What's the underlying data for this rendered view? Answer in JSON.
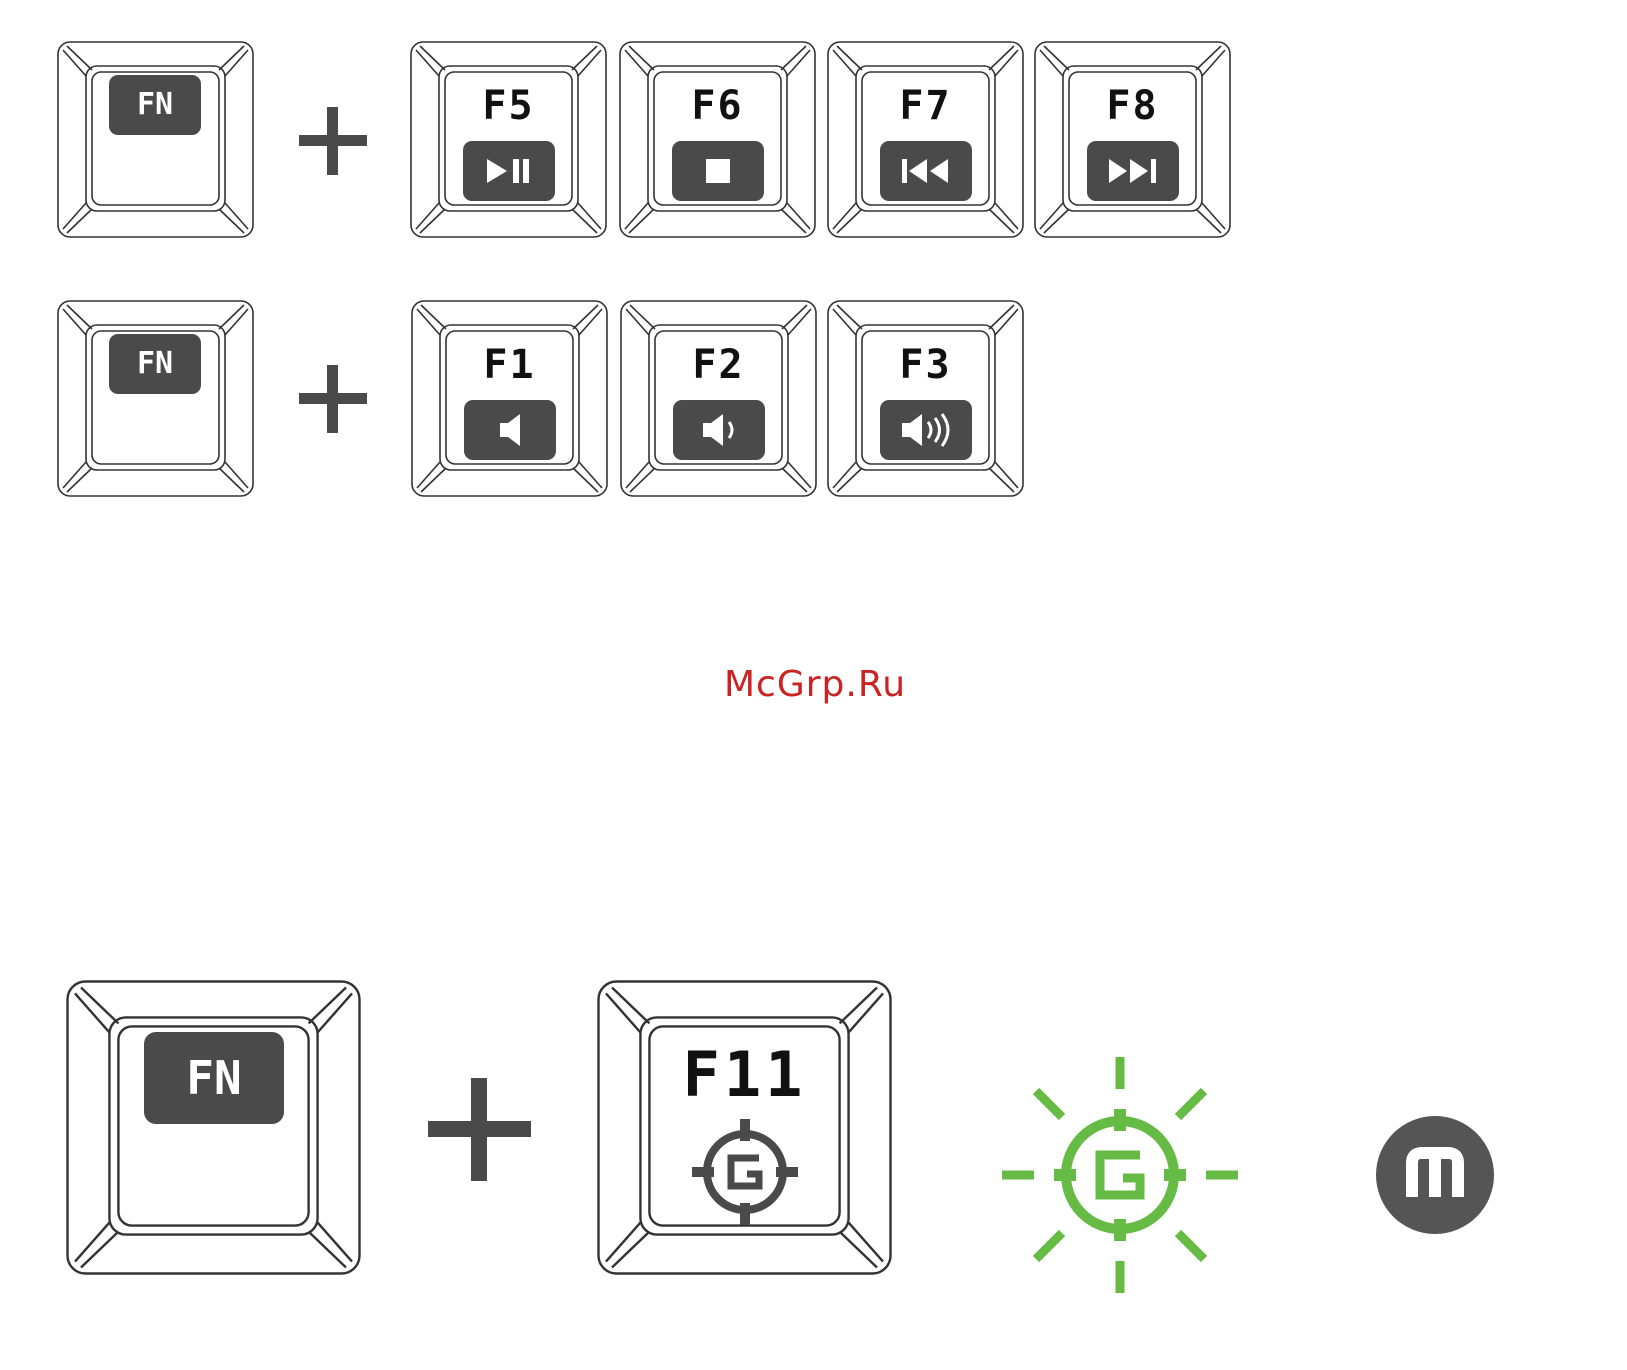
{
  "colors": {
    "outline": "#333333",
    "plate": "#4a4a4a",
    "accent_green": "#66bb44",
    "watermark_red": "#cc2222",
    "badge_grey": "#555555"
  },
  "row1": {
    "fn_label": "FN",
    "plus": "+",
    "keys": [
      {
        "label": "F5",
        "icon": "play-pause-icon"
      },
      {
        "label": "F6",
        "icon": "stop-icon"
      },
      {
        "label": "F7",
        "icon": "previous-track-icon"
      },
      {
        "label": "F8",
        "icon": "next-track-icon"
      }
    ]
  },
  "row2": {
    "fn_label": "FN",
    "plus": "+",
    "keys": [
      {
        "label": "F1",
        "icon": "mute-icon"
      },
      {
        "label": "F2",
        "icon": "volume-down-icon"
      },
      {
        "label": "F3",
        "icon": "volume-up-icon"
      }
    ]
  },
  "watermark": "McGrp.Ru",
  "row3": {
    "fn_label": "FN",
    "plus": "+",
    "key_label": "F11",
    "key_icon": "gaming-mode-crosshair-icon",
    "result_icon": "gaming-mode-on-icon",
    "badge_icon": "m-badge-icon"
  }
}
